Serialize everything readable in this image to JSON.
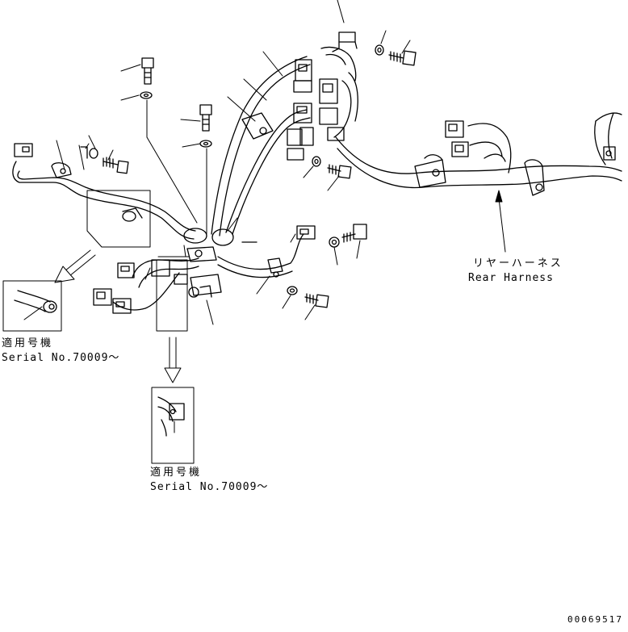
{
  "rear_harness": {
    "label_jp": "リヤーハーネス",
    "label_en": "Rear Harness"
  },
  "detail_left": {
    "applicable_jp": "適用号機",
    "serial": "Serial No.70009～"
  },
  "detail_bottom": {
    "applicable_jp": "適用号機",
    "serial": "Serial No.70009～"
  },
  "drawing_number": "00069517"
}
